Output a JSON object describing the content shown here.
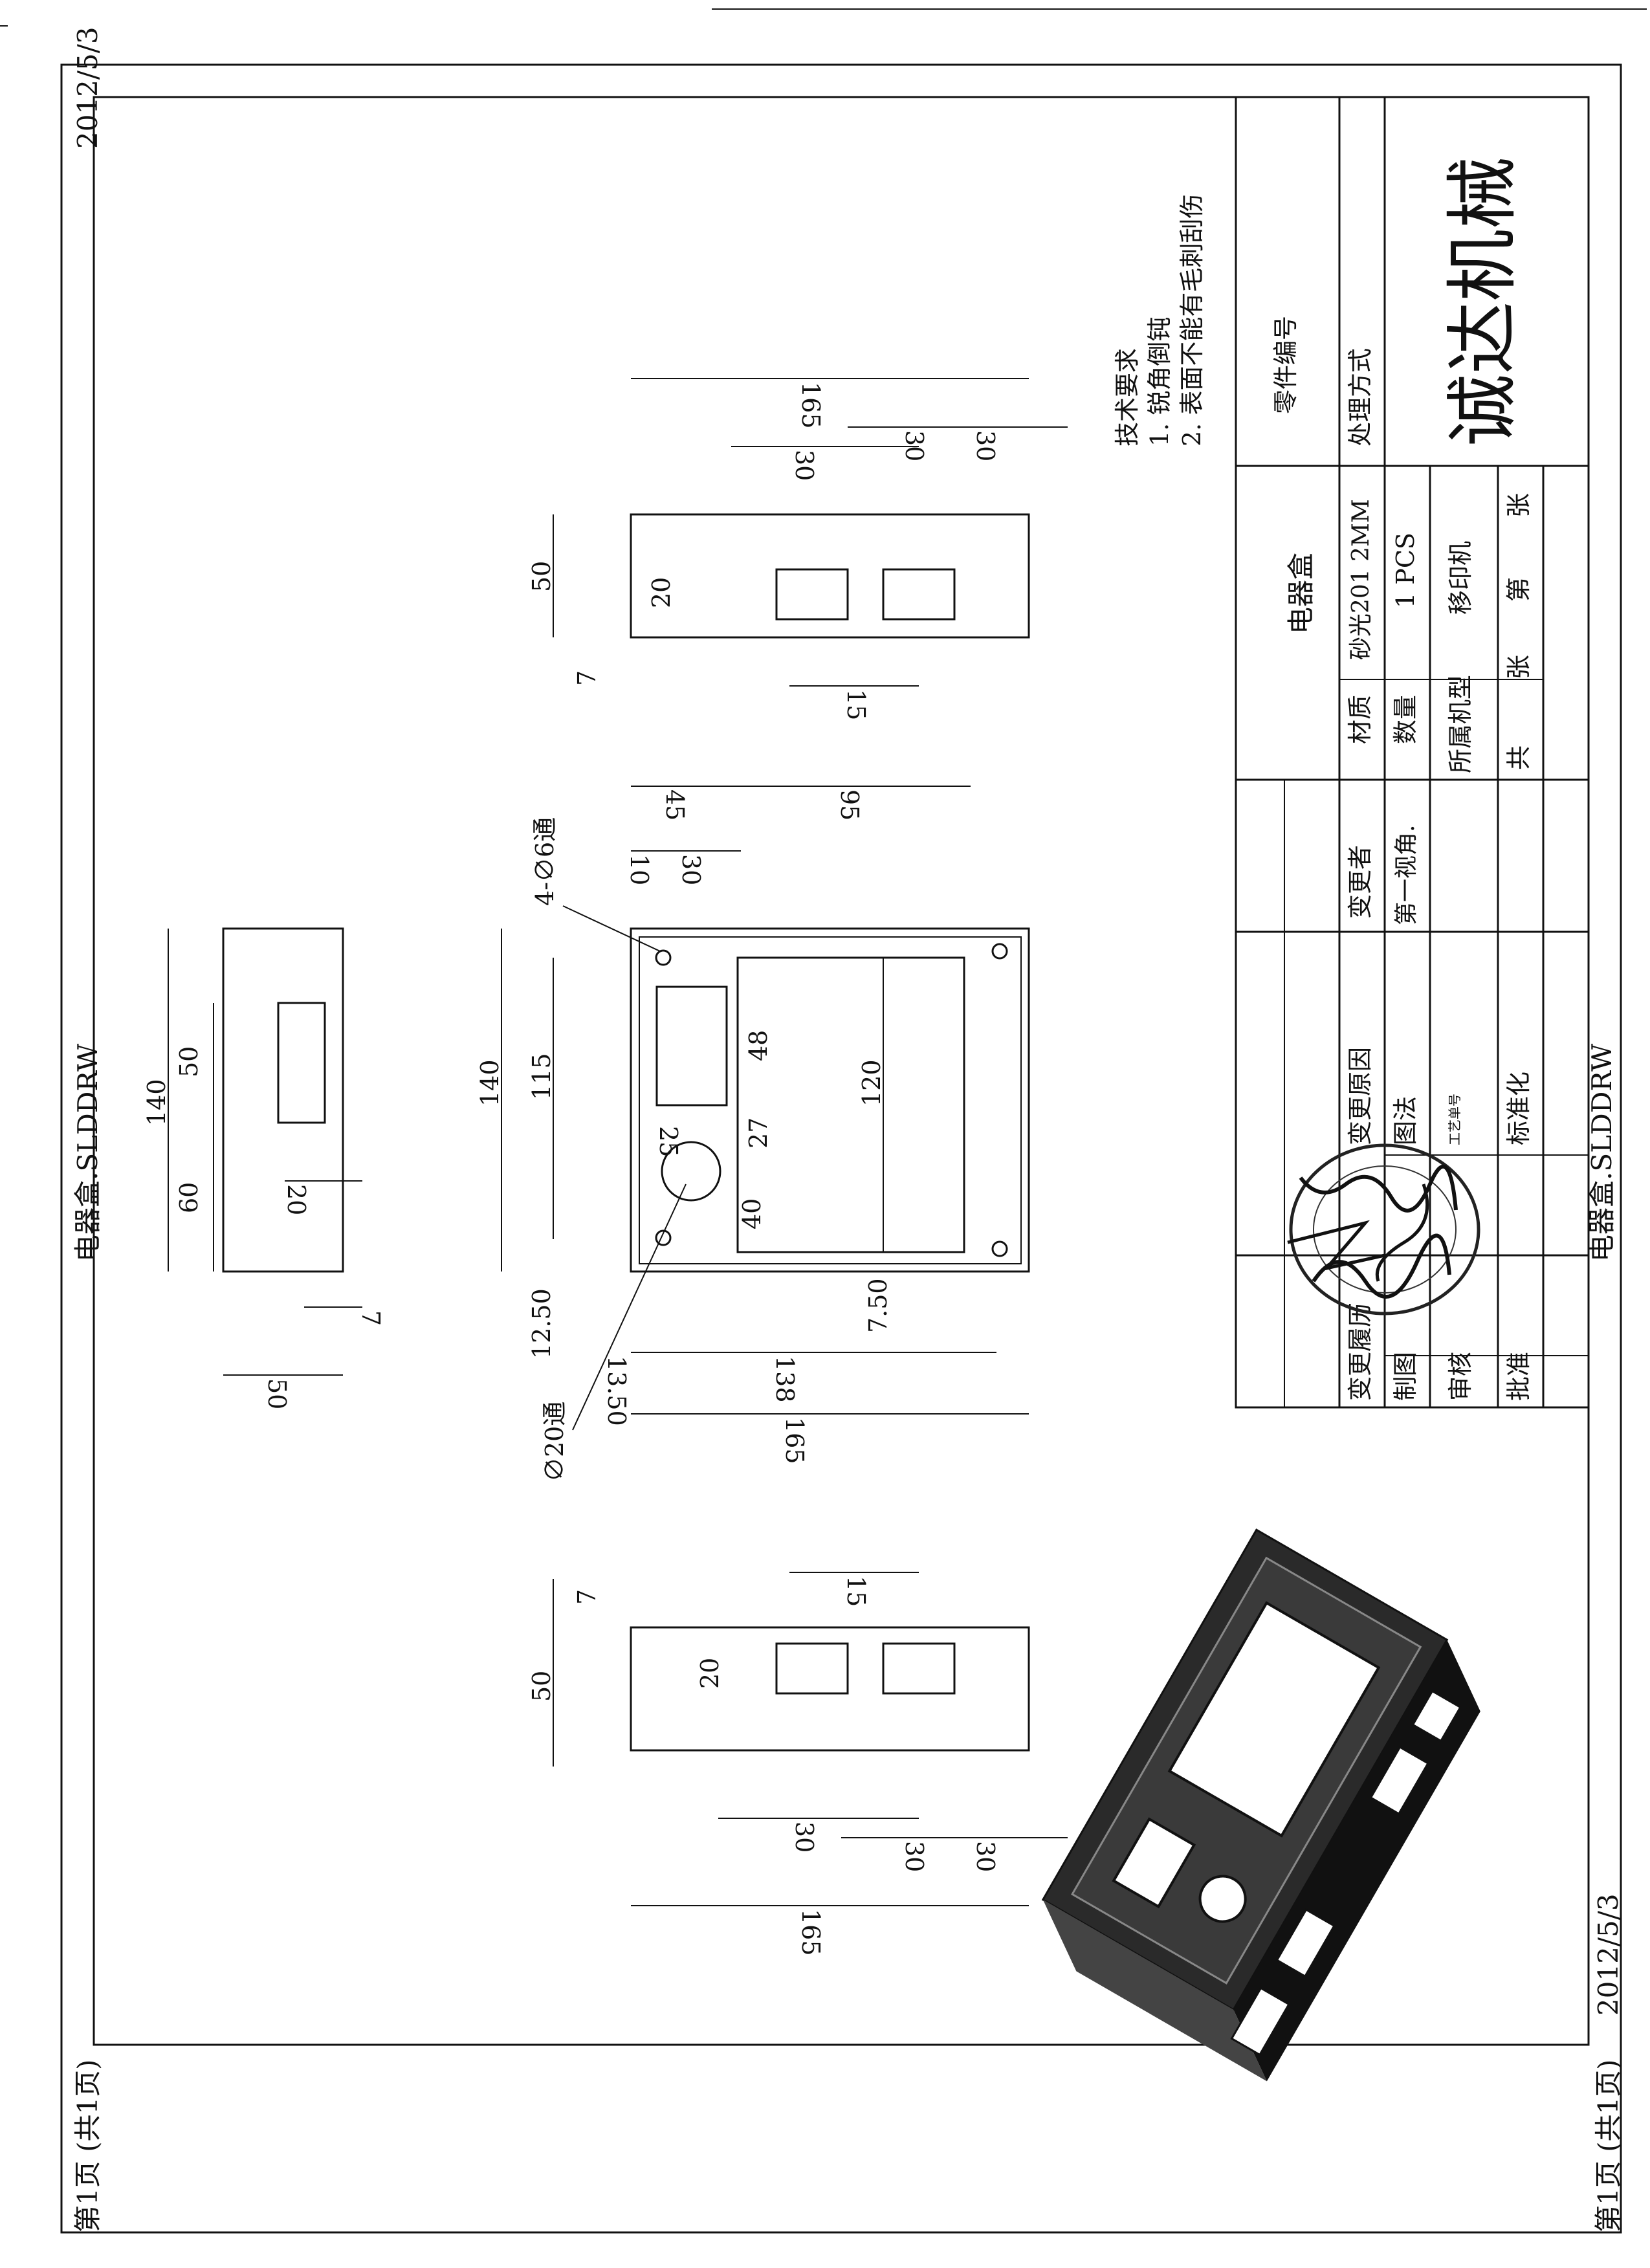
{
  "sheet": {
    "date": "2012/5/3",
    "file_name": "电器盒.SLDDRW",
    "page_label": "第1页 (共1页)"
  },
  "views": {
    "left_side": {
      "dims": [
        "140",
        "50",
        "60",
        "20",
        "7",
        "50"
      ]
    },
    "front": {
      "dims": [
        "140",
        "115",
        "120",
        "48",
        "27",
        "40",
        "25",
        "12.50",
        "13.50",
        "7.50",
        "138",
        "165",
        "45",
        "95",
        "10",
        "30"
      ],
      "callout_holes": "4-∅6通",
      "callout_big_hole": "∅20通"
    },
    "right_side": {
      "dims": [
        "165",
        "30",
        "30",
        "30",
        "50",
        "20",
        "7",
        "15"
      ]
    },
    "bottom_side": {
      "dims": [
        "50",
        "7",
        "20",
        "15",
        "30",
        "30",
        "30",
        "165"
      ]
    }
  },
  "tech_requirements": {
    "title": "技术要求",
    "items": [
      "1. 锐角倒钝",
      "2. 表面不能有毛刺刮伤"
    ]
  },
  "title_block": {
    "part_name": "电器盒",
    "part_no_label": "零件编号",
    "material_label": "材质",
    "material_value": "砂光201  2MM",
    "treatment_label": "处理方式",
    "qty_label": "数量",
    "qty_value": "1 PCS",
    "model_label": "所属机型",
    "model_value": "移印机",
    "sheet_total": "共",
    "sheet_unit1": "张",
    "sheet_no": "第",
    "sheet_unit2": "张",
    "change_history": "变更履历",
    "change_reason": "变更原因",
    "changer": "变更者",
    "drawn": "制图",
    "method_label": "图法",
    "method_value": "第一视角.",
    "checked": "审核",
    "process_no": "工艺单号",
    "approved": "批准",
    "standardized": "标准化",
    "company": "诚达机械"
  }
}
